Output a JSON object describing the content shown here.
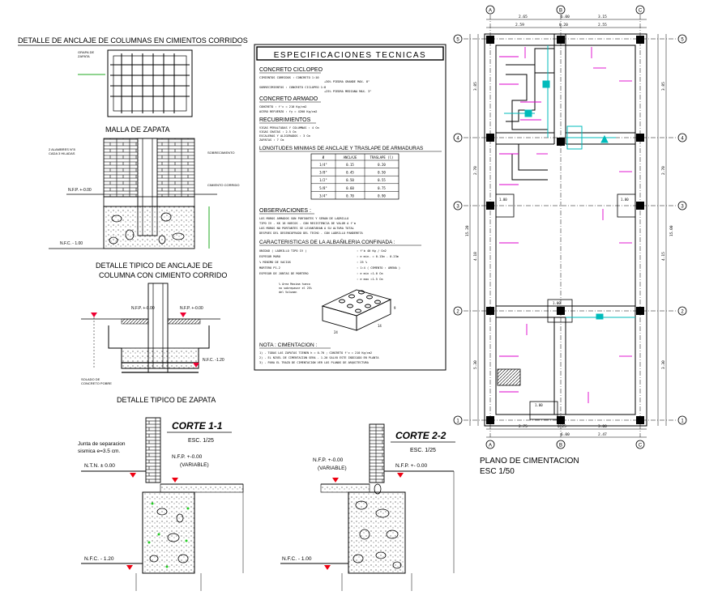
{
  "drawing": {
    "malla": {
      "title": "DETALLE DE ANCLAJE DE COLUMNAS EN CIMIENTOS CORRIDOS",
      "caption": "MALLA DE ZAPATA"
    },
    "anclaje": {
      "caption_line1": "DETALLE TIPICO DE ANCLAJE DE",
      "caption_line2": "COLUMNA CON CIMIENTO CORRIDO",
      "nfp": "N.F.P. +-0.00",
      "nfc": "N.F.C. - 1.00"
    },
    "zapata": {
      "caption": "DETALLE TIPICO DE ZAPATA",
      "nfp1": "N.F.P. +-0.00",
      "nfp2": "N.F.P. +-0.00",
      "nfc": "N.F.C. -1.20"
    },
    "corte1": {
      "title": "CORTE 1-1",
      "scale": "ESC. 1/25",
      "junta_1": "Junta de separacion",
      "junta_2": "sismica e=3.5 cm.",
      "ntn": "N.T.N. ± 0.00",
      "nfp": "N.F.P. +-0.00",
      "variable": "(VARIABLE)",
      "nfc": "N.F.C. - 1.20"
    },
    "corte2": {
      "title": "CORTE 2-2",
      "scale": "ESC. 1/25",
      "nfp_left": "N.F.P. +-0.00",
      "variable": "(VARIABLE)",
      "nfp_right": "N.F.P. +- 0.00",
      "nfc": "N.F.C. - 1.00"
    },
    "specs": {
      "title": "ESPECIFICACIONES TECNICAS",
      "s1": "CONCRETO CICLOPEO",
      "s1_lines": [
        "CIMIENTOS CORRIDOS : CONCRETO 1:10",
        "+30% PIEDRA GRANDE MAX. 8\"",
        "SOBRECIMIENTOS : CONCRETO CICLOPEO 1:8",
        "+25% PIEDRA MEDIANA MAX. 3\""
      ],
      "s2": "CONCRETO ARMADO",
      "s2_lines": [
        "CONCRETO : f'c = 210 Kg/cm2",
        "ACERO REFUERZO : fy = 4200 Kg/cm2"
      ],
      "s3": "RECUBRIMIENTOS",
      "s3_lines": [
        "VIGAS PERALTADAS Y COLUMNAS : 4 Cm",
        "VIGAS CHATAS : 2.5 Cm",
        "ESCALERAS Y ALIGERADOS : 3 Cm",
        "ZAPATAS : 7 Cm"
      ],
      "s4": "LONGITUDES MINIMAS DE ANCLAJE Y TRASLAPE DE ARMADURAS",
      "table_headers": [
        "Ø",
        "ANCLAJE",
        "TRASLAPE (l)"
      ],
      "table_rows": [
        [
          "1/4\"",
          "0.15",
          "0.20"
        ],
        [
          "3/8\"",
          "0.45",
          "0.50"
        ],
        [
          "1/2\"",
          "0.50",
          "0.55"
        ],
        [
          "5/8\"",
          "0.60",
          "0.75"
        ],
        [
          "3/4\"",
          "0.70",
          "0.90"
        ]
      ],
      "s5": "OBSERVACIONES :",
      "s5_lines": [
        "LOS MUROS ARMADOS SON PORTANTES Y SERAN DE LADRILLO",
        "TIPO IV - KK 18 HUECOS - CON RESISTENCIA DE VALOR A f'm",
        "LOS MUROS NO PORTANTES SE LEVANTARAN A SU ALTURA TOTAL",
        "DESPUES DEL DESENCOFRADO DEL TECHO - CON LADRILLO PANDERETA"
      ],
      "s6": "CARACTERISTICAS DE LA ALBAÑILERIA CONFINADA :",
      "s6_rows": [
        [
          "UNIDAD ( LADRILLO TIPO IV )",
          ": f'b 40 Kg / Cm2"
        ],
        [
          "ESPESOR MURO",
          ": e min. = 0.13m - 0.23m"
        ],
        [
          "% MINIMO DE VACIOS",
          ": 25 %"
        ],
        [
          "MORTERO P1-2",
          ": 1:4 ( CEMENTO : ARENA )"
        ],
        [
          "ESPESOR DE JUNTAS DE MORTERO",
          ": e min =1.0 Cm"
        ],
        [
          "",
          ": e max =1.5 Cm"
        ]
      ],
      "brick_note": [
        "% Area Maxima hueco",
        "no sobrepasar el 25%",
        "del Volumen"
      ],
      "dim_a": "24",
      "dim_b": "14",
      "dim_c": "9",
      "s7": "NOTA : CIMENTACION :",
      "s7_lines": [
        "1) - TODAS LAS ZAPATAS TIENEN h = 0.70 ; CONCRETO f'c = 210 Kg/cm2",
        "2) - EL NIVEL DE CIMENTACION SERA - 1.20 SALVO ESTE INDICADO EN PLANTA",
        "3) - PARA EL TRAZO DE CIMENTACION VER LOS PLANOS DE ARQUITECTURA"
      ]
    },
    "plano": {
      "title": "PLANO DE CIMENTACION",
      "scale": "ESC 1/50",
      "col_axes": [
        "A",
        "B",
        "C"
      ],
      "row_axes": [
        "5",
        "4",
        "3",
        "2",
        "1"
      ],
      "top_dims": [
        "2.65",
        "3.15",
        "6.00",
        "2.59",
        "0.20",
        "2.55"
      ],
      "bottom_dims": [
        "2.75",
        "3.00",
        "0.25",
        "6.00",
        "2.47"
      ],
      "left_dims": [
        "3.85",
        "2.70",
        "4.18",
        "5.30",
        "15.20"
      ],
      "right_dims": [
        "3.85",
        "2.70",
        "4.15",
        "3.30",
        "15.00"
      ],
      "small_labels": [
        "1.00",
        "1.00",
        "1.00",
        "1.00"
      ]
    }
  }
}
